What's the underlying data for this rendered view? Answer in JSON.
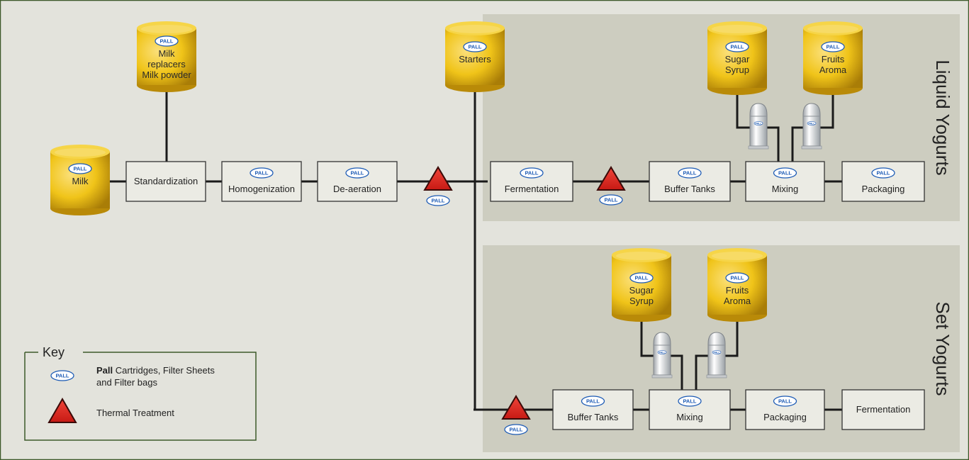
{
  "pall_badge": "PALL",
  "mainline": {
    "milk_tank": "Milk",
    "replacer_tank": [
      "Milk",
      "replacers",
      "Milk powder"
    ],
    "starters_tank": "Starters",
    "steps": [
      "Standardization",
      "Homogenization",
      "De-aeration"
    ]
  },
  "liquid": {
    "title": "Liquid Yogurts",
    "sugar_tank": [
      "Sugar",
      "Syrup"
    ],
    "fruits_tank": [
      "Fruits",
      "Aroma"
    ],
    "steps": [
      "Fermentation",
      "Buffer Tanks",
      "Mixing",
      "Packaging"
    ]
  },
  "set": {
    "title": "Set Yogurts",
    "sugar_tank": [
      "Sugar",
      "Syrup"
    ],
    "fruits_tank": [
      "Fruits",
      "Aroma"
    ],
    "steps": [
      "Buffer Tanks",
      "Mixing",
      "Packaging",
      "Fermentation"
    ]
  },
  "key": {
    "title": "Key",
    "pall_bold": "Pall",
    "pall_desc_1": " Cartridges, Filter Sheets",
    "pall_desc_2": "and Filter bags",
    "thermal": "Thermal Treatment"
  },
  "colors": {
    "background": "#e3e3dc",
    "panel": "#cdcdc0",
    "tank_gold": "#f0c419",
    "box_fill": "#ebebe4",
    "triangle_red": "#e32a24",
    "pall_blue": "#1d5bb5",
    "frame_green": "#3d5a2a"
  }
}
